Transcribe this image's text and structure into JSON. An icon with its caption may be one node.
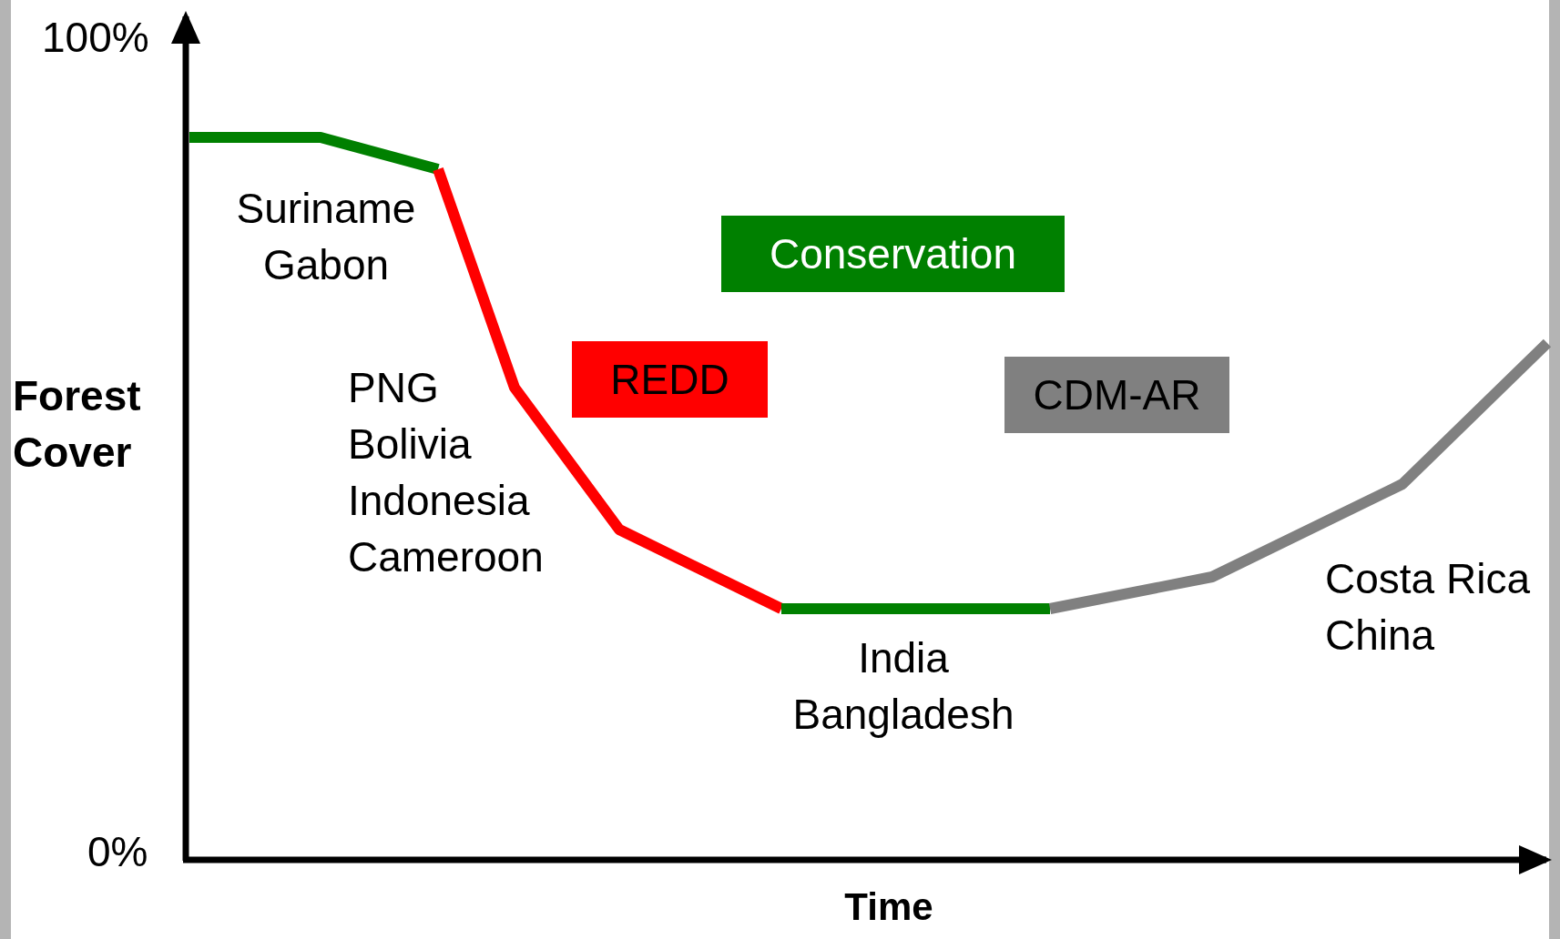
{
  "diagram": {
    "nodes": [
      {
        "text": [
          "Conservation"
        ]
      },
      {
        "text": [
          "REDD"
        ]
      },
      {
        "text": [
          "CDM-AR"
        ]
      }
    ],
    "labels": [
      "100%",
      "Suriname Gabon",
      "Forest Cover",
      "PNG Bolivia Indonesia Cameroon",
      "Costa Rica China",
      "India Bangladesh",
      "0%",
      "Time"
    ]
  }
}
